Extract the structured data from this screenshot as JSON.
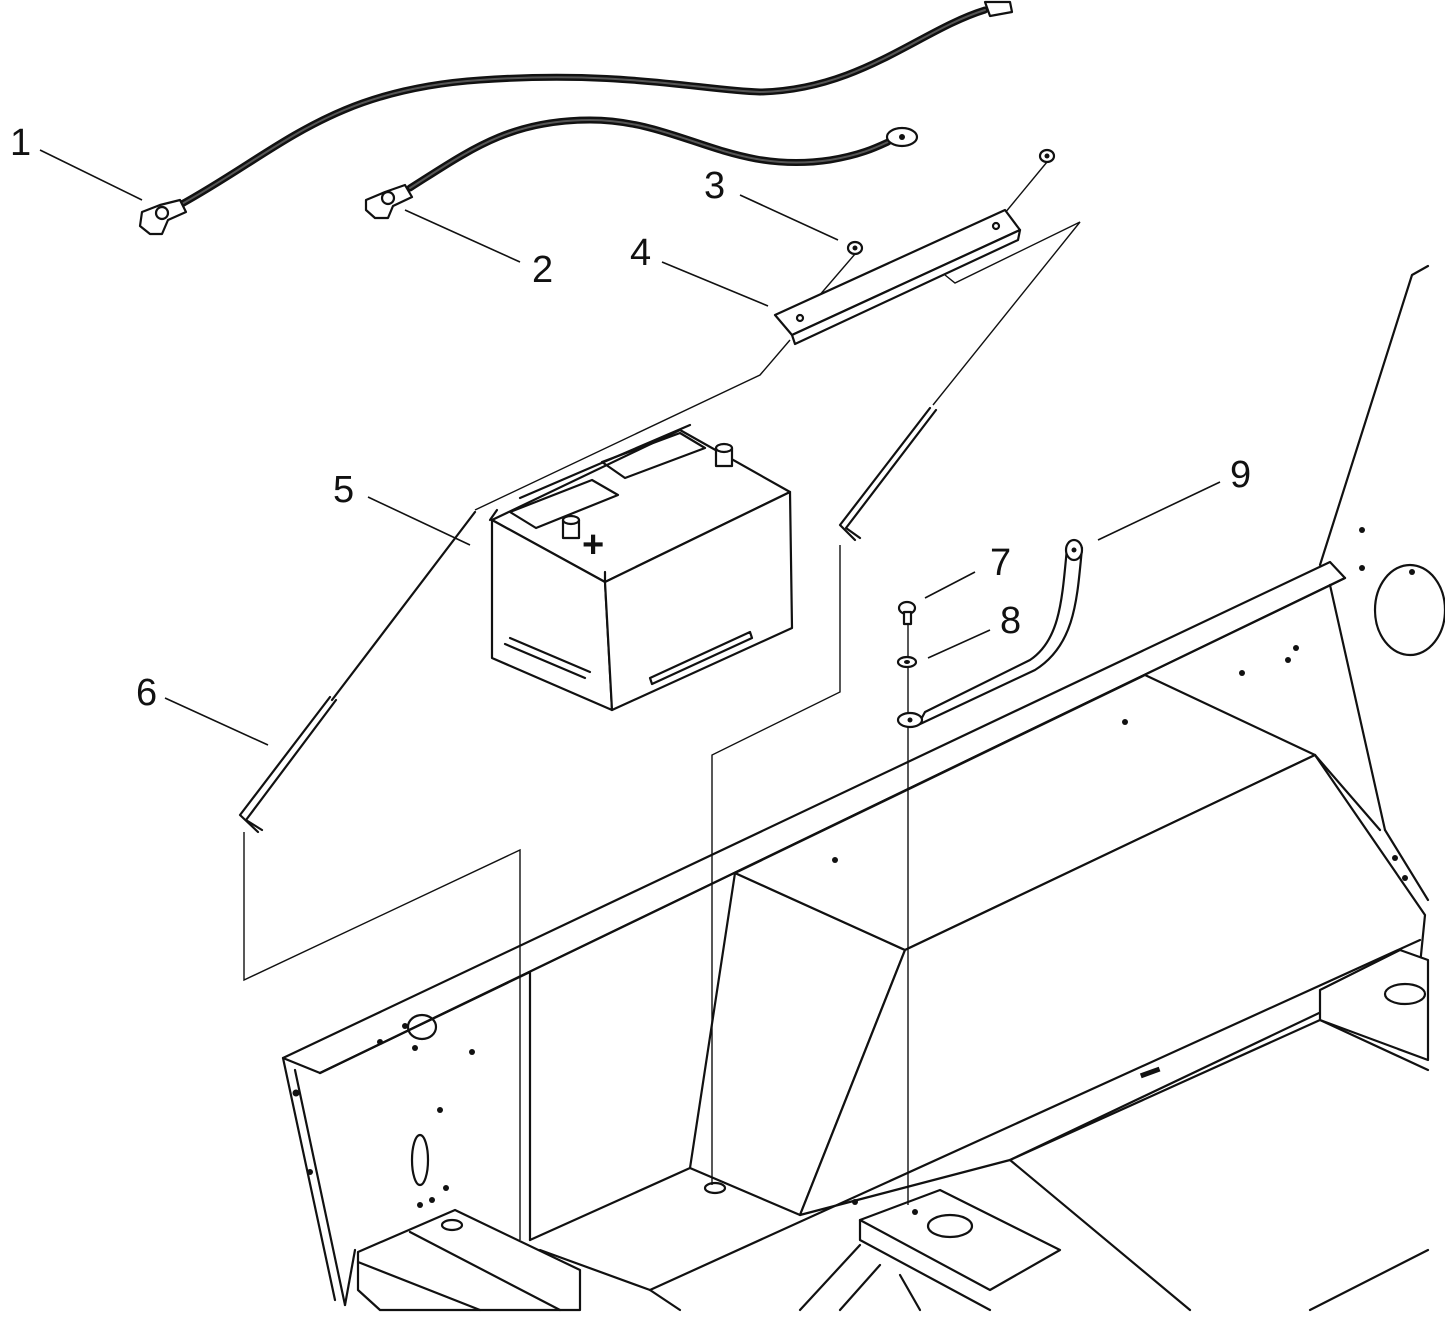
{
  "diagram": {
    "callouts": [
      {
        "id": 1,
        "label": "1",
        "part": "positive-battery-cable"
      },
      {
        "id": 2,
        "label": "2",
        "part": "negative-battery-cable"
      },
      {
        "id": 3,
        "label": "3",
        "part": "nut"
      },
      {
        "id": 4,
        "label": "4",
        "part": "hold-down-bracket"
      },
      {
        "id": 5,
        "label": "5",
        "part": "battery"
      },
      {
        "id": 6,
        "label": "6",
        "part": "j-bolt-rod"
      },
      {
        "id": 7,
        "label": "7",
        "part": "bolt"
      },
      {
        "id": 8,
        "label": "8",
        "part": "washer"
      },
      {
        "id": 9,
        "label": "9",
        "part": "ground-strap"
      }
    ],
    "battery_symbol": "+"
  }
}
